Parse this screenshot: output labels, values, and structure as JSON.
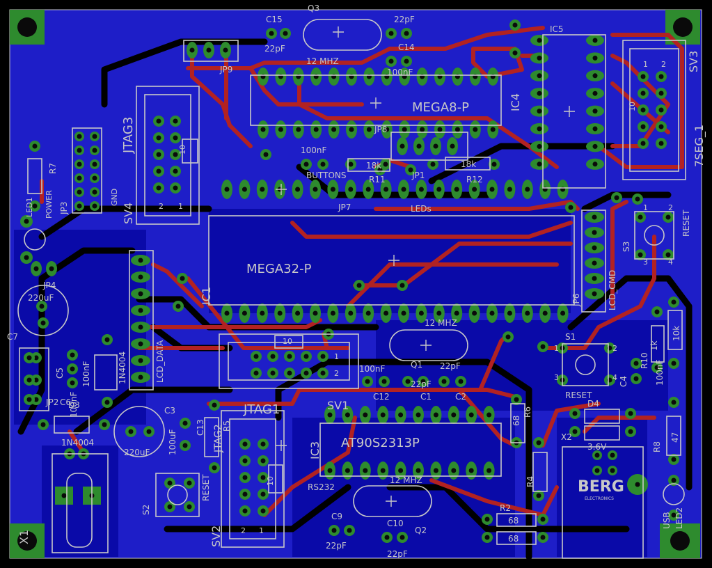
{
  "colors": {
    "background": "#000000",
    "board": "#1e1ec8",
    "board_dark": "#0a0aa8",
    "pad": "#2e8b2e",
    "top_trace": "#b22222",
    "silk": "#c8c8c8"
  },
  "labels": {
    "mega32": "MEGA32-P",
    "mega32_ref": "IC1",
    "mega8": "MEGA8-P",
    "mega8_ref": "IC4",
    "ic5": "IC5",
    "at90": "AT90S2313P",
    "at90_ref": "IC3",
    "jtag3": "JTAG3",
    "sv4": "SV4",
    "jtag1": "JTAG1",
    "sv1": "SV1",
    "jtag2": "JTAG2",
    "sv2": "SV2",
    "sv3": "SV3",
    "seg": "7SEG_1",
    "jp9": "JP9",
    "jp8": "JP8",
    "jp7": "JP7",
    "jp6": "JP6",
    "jp4": "JP4",
    "jp3": "JP3",
    "jp2": "JP2",
    "jp1": "JP1",
    "leds": "LEDs",
    "buttons": "BUTTONS",
    "lcd_cmd": "LCD_CMD",
    "lcd_data": "LCD_DATA",
    "gnd": "GND",
    "power": "POWER",
    "led1": "LED1",
    "led2": "LED2",
    "usb": "USB",
    "reset_sw": "RESET",
    "reset2": "RESET",
    "reset3": "RESET",
    "rs232": "RS232",
    "x1": "X1",
    "x2": "X2",
    "s1": "S1",
    "s2": "S2",
    "s3": "S3",
    "q1": "Q1",
    "q2": "Q2",
    "q3": "Q3",
    "xtal_a": "12 MHZ",
    "xtal_b": "12 MHZ",
    "xtal_c": "12 MHZ",
    "c1": "C1",
    "c2": "C2",
    "c3": "C3",
    "c4": "C4",
    "c5": "C5",
    "c6": "C6",
    "c7": "C7",
    "c9": "C9",
    "c10": "C10",
    "c12": "C12",
    "c13": "C13",
    "c14": "C14",
    "c15": "C15",
    "r2": "R2",
    "r4": "R4",
    "r5": "R5",
    "r6": "R6",
    "r7": "R7",
    "r8": "R8",
    "r10": "R10",
    "r11": "R11",
    "r12": "R12",
    "d3": "D3",
    "d4": "D4",
    "pf22_a": "22pF",
    "pf22_b": "22pF",
    "pf22_c": "22pF",
    "pf22_d": "22pF",
    "pf22_e": "22pF",
    "pf22_f": "22pF",
    "nf100_a": "100nF",
    "nf100_b": "100nF",
    "nf100_c": "100nF",
    "nf100_d": "100nF",
    "nf100_e": "100nF",
    "nf100_f": "100nF",
    "uf220_a": "220uF",
    "uf220_b": "220uF",
    "uf100": "100uF",
    "d1n4004_a": "1N4004",
    "d1n4004_b": "1N4004",
    "k18_a": "18k",
    "k18_b": "18k",
    "r1k": "1k",
    "r10k": "10k",
    "r68_a": "68",
    "r68_b": "68",
    "r68_c": "68",
    "r47": "47",
    "v36": "3.6V",
    "berg": "BERG",
    "berg_sub": "ELECTRONICS",
    "pin10_a": "10",
    "pin10_b": "10",
    "pin10_c": "10",
    "pin10_d": "10",
    "pin1_a": "1",
    "pin2_a": "2",
    "pin1_b": "1",
    "pin2_b": "2",
    "pin1_c": "1",
    "pin2_c": "2",
    "pin1_d": "1",
    "pin2_d": "2",
    "pin1_e": "1",
    "pin2_e": "2",
    "pin1_f": "1",
    "pin2_f": "2",
    "pin3_a": "3",
    "pin4_a": "4",
    "pin3_b": "3",
    "pin4_b": "4"
  }
}
